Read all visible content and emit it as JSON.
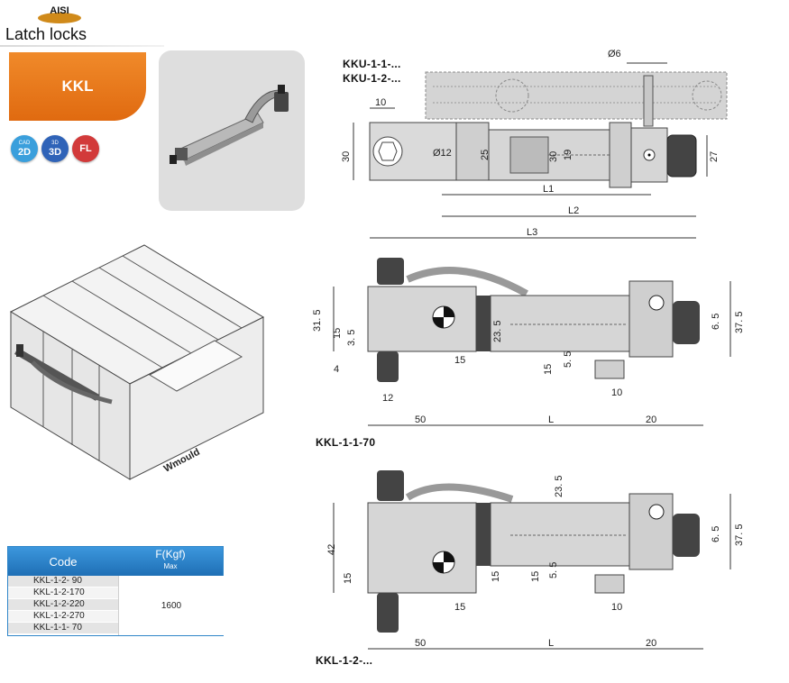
{
  "header": {
    "brand": "AISI",
    "series_title": "Latch locks",
    "product_tab": "KKL"
  },
  "badges": [
    {
      "top": "CAD",
      "main": "2D",
      "icon": "cad-2d-icon"
    },
    {
      "top": "3D",
      "main": "3D",
      "icon": "3d-model-icon"
    },
    {
      "top": "",
      "main": "FL",
      "icon": "fl-icon"
    }
  ],
  "mold_label": "Wmould",
  "table": {
    "col_code": "Code",
    "col_force": "F(Kgf)",
    "col_force_sub": "Max",
    "rows": [
      "KKL-1-2-  90",
      "KKL-1-2-170",
      "KKL-1-2-220",
      "KKL-1-2-270",
      "KKL-1-1-  70"
    ],
    "force": "1600"
  },
  "drawing_top": {
    "labels": [
      "KKU-1-1-...",
      "KKU-1-2-..."
    ],
    "dims": {
      "d6": "Ø6",
      "d10": "10",
      "d30": "30",
      "d12": "Ø12",
      "d25": "25",
      "d30b": "30",
      "d19": "19",
      "d27": "27",
      "L1": "L1",
      "L2": "L2",
      "L3": "L3"
    }
  },
  "drawing_mid": {
    "label": "KKL-1-1-70",
    "dims": {
      "d31_5": "31. 5",
      "d15": "15",
      "d3_5": "3. 5",
      "d23_5": "23. 5",
      "d4": "4",
      "d15b": "15",
      "d12": "12",
      "d15c": "15",
      "d5_5": "5. 5",
      "d10": "10",
      "d6_5": "6. 5",
      "d37_5": "37. 5",
      "d50": "50",
      "L": "L",
      "d20": "20"
    }
  },
  "drawing_bot": {
    "label": "KKL-1-2-...",
    "dims": {
      "d23_5": "23. 5",
      "d42": "42",
      "d15": "15",
      "d15b": "15",
      "d15c": "15",
      "d5_5": "5. 5",
      "d15d": "15",
      "d10": "10",
      "d6_5": "6. 5",
      "d37_5": "37. 5",
      "d50": "50",
      "L": "L",
      "d20": "20"
    }
  }
}
